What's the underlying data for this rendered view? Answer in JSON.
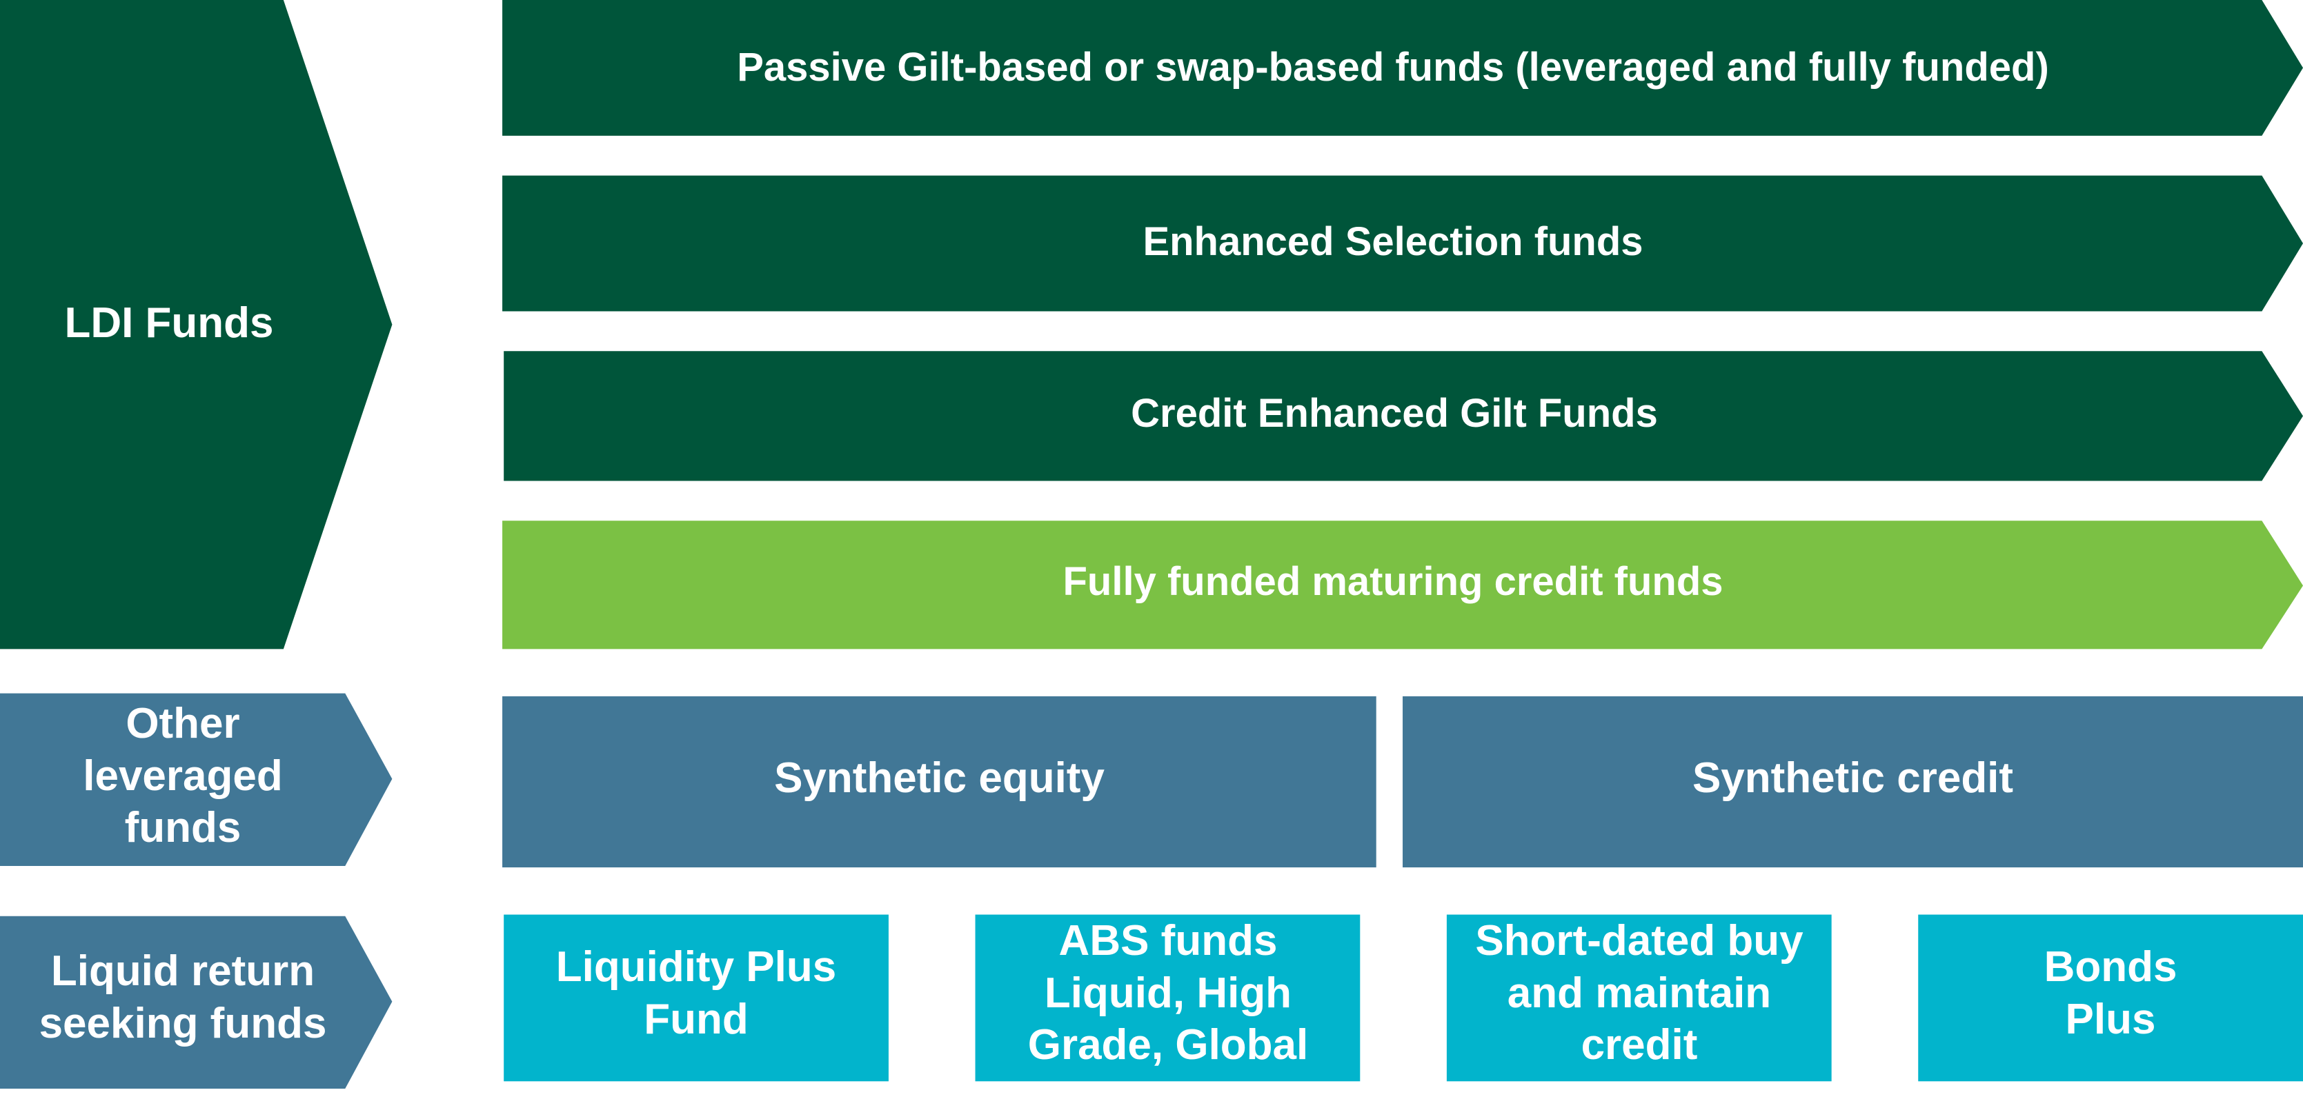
{
  "colors": {
    "dark_green": "#00553A",
    "light_green": "#7BC144",
    "slate_blue": "#417796",
    "cyan": "#02B4CC",
    "text": "#FFFFFF"
  },
  "categories": {
    "ldi": "LDI Funds",
    "other_leveraged": "Other\nleveraged\nfunds",
    "liquid_return": "Liquid return\nseeking funds"
  },
  "ldi_rows": [
    {
      "label": "Passive Gilt-based or swap-based funds (leveraged and fully funded)",
      "color": "#00553A"
    },
    {
      "label": "Enhanced Selection funds",
      "color": "#00553A"
    },
    {
      "label": "Credit Enhanced Gilt Funds",
      "color": "#00553A"
    },
    {
      "label": "Fully funded maturing credit funds",
      "color": "#7BC144"
    }
  ],
  "other_leveraged_items": [
    {
      "label": "Synthetic equity"
    },
    {
      "label": "Synthetic credit"
    }
  ],
  "liquid_return_items": [
    {
      "label": "Liquidity Plus\nFund"
    },
    {
      "label": "ABS funds\nLiquid, High\nGrade, Global"
    },
    {
      "label": "Short-dated buy\nand maintain\ncredit"
    },
    {
      "label": "Bonds\nPlus"
    }
  ]
}
